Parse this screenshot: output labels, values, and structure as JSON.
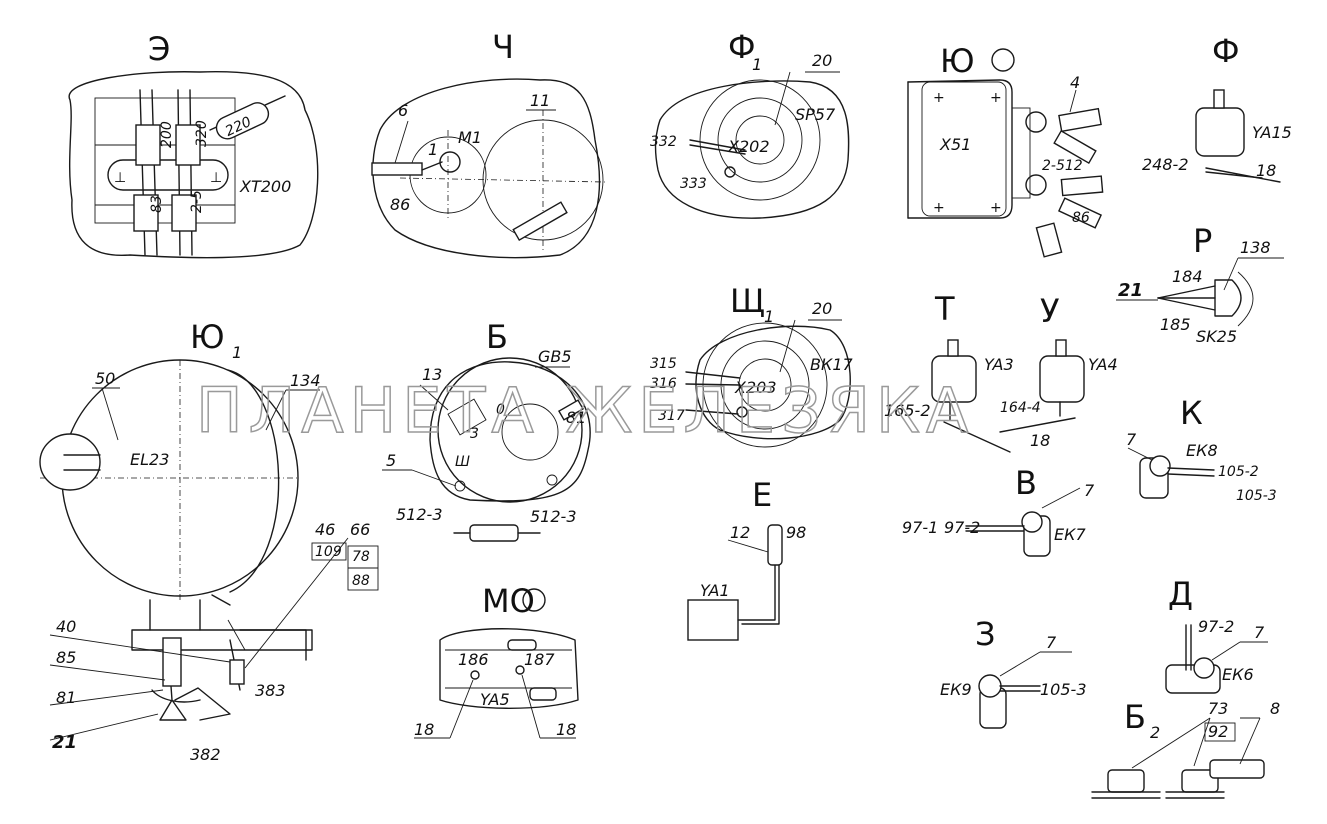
{
  "watermark": "ПЛАНЕТА ЖЕЛЕЗЯКА",
  "views": {
    "E": {
      "title": "Э",
      "labels": [
        "220",
        "200",
        "320",
        "83",
        "2-5",
        "ХТ200"
      ]
    },
    "CH": {
      "title": "Ч",
      "labels": [
        "6",
        "1",
        "М1",
        "11",
        "86"
      ]
    },
    "F1": {
      "title": "Ф",
      "sub": "1",
      "labels": [
        "20",
        "SP57",
        "332",
        "Х202",
        "333"
      ]
    },
    "YU": {
      "title": "Ю",
      "labels": [
        "4",
        "Х51",
        "2-512",
        "86"
      ]
    },
    "F": {
      "title": "Ф",
      "labels": [
        "YA15",
        "248-2",
        "18"
      ]
    },
    "R": {
      "title": "Р",
      "labels": [
        "138",
        "184",
        "21",
        "185",
        "SK25"
      ]
    },
    "YU1": {
      "title": "Ю",
      "sub": "1",
      "labels": [
        "50",
        "134",
        "EL23",
        "46",
        "109",
        "66",
        "78",
        "88",
        "40",
        "85",
        "81",
        "383",
        "21",
        "382"
      ]
    },
    "B": {
      "title": "Б",
      "labels": [
        "13",
        "GB5",
        "0",
        "3",
        "81",
        "Ш",
        "5",
        "512-3",
        "512-3"
      ]
    },
    "SHCH1": {
      "title": "Щ",
      "sub": "1",
      "labels": [
        "20",
        "ВК17",
        "315",
        "316",
        "Х203",
        "317"
      ]
    },
    "T": {
      "title": "Т",
      "labels": [
        "YA3",
        "165-2"
      ]
    },
    "U": {
      "title": "У",
      "labels": [
        "YA4",
        "164-4",
        "18"
      ]
    },
    "K": {
      "title": "К",
      "labels": [
        "7",
        "ЕК8",
        "105-2",
        "105-3"
      ]
    },
    "V": {
      "title": "В",
      "labels": [
        "7",
        "97-1",
        "97-2",
        "ЕК7"
      ]
    },
    "E_cyr": {
      "title": "Е",
      "labels": [
        "12",
        "98",
        "YA1"
      ]
    },
    "MO": {
      "title": "МО",
      "labels": [
        "186",
        "187",
        "YA5",
        "18",
        "18"
      ]
    },
    "Z": {
      "title": "З",
      "labels": [
        "7",
        "ЕК9",
        "105-3"
      ]
    },
    "D": {
      "title": "Д",
      "labels": [
        "97-2",
        "7",
        "ЕК6"
      ]
    },
    "B2": {
      "title": "Б",
      "sub": "2",
      "labels": [
        "73",
        "92",
        "8"
      ]
    }
  }
}
